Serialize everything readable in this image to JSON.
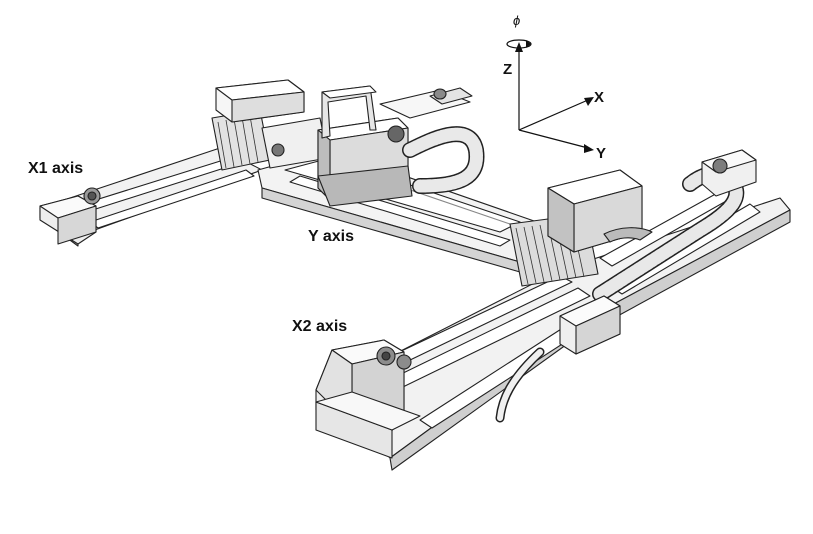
{
  "labels": {
    "x1_axis": "X1 axis",
    "y_axis": "Y axis",
    "x2_axis": "X2 axis"
  },
  "coordinate_frame": {
    "z": "Z",
    "x": "X",
    "y": "Y",
    "rotation": "ϕ"
  },
  "colors": {
    "stroke": "#222222",
    "face_light": "#f4f4f4",
    "face_mid": "#dcdcdc",
    "face_dark": "#a9a9a9",
    "background": "#ffffff"
  }
}
